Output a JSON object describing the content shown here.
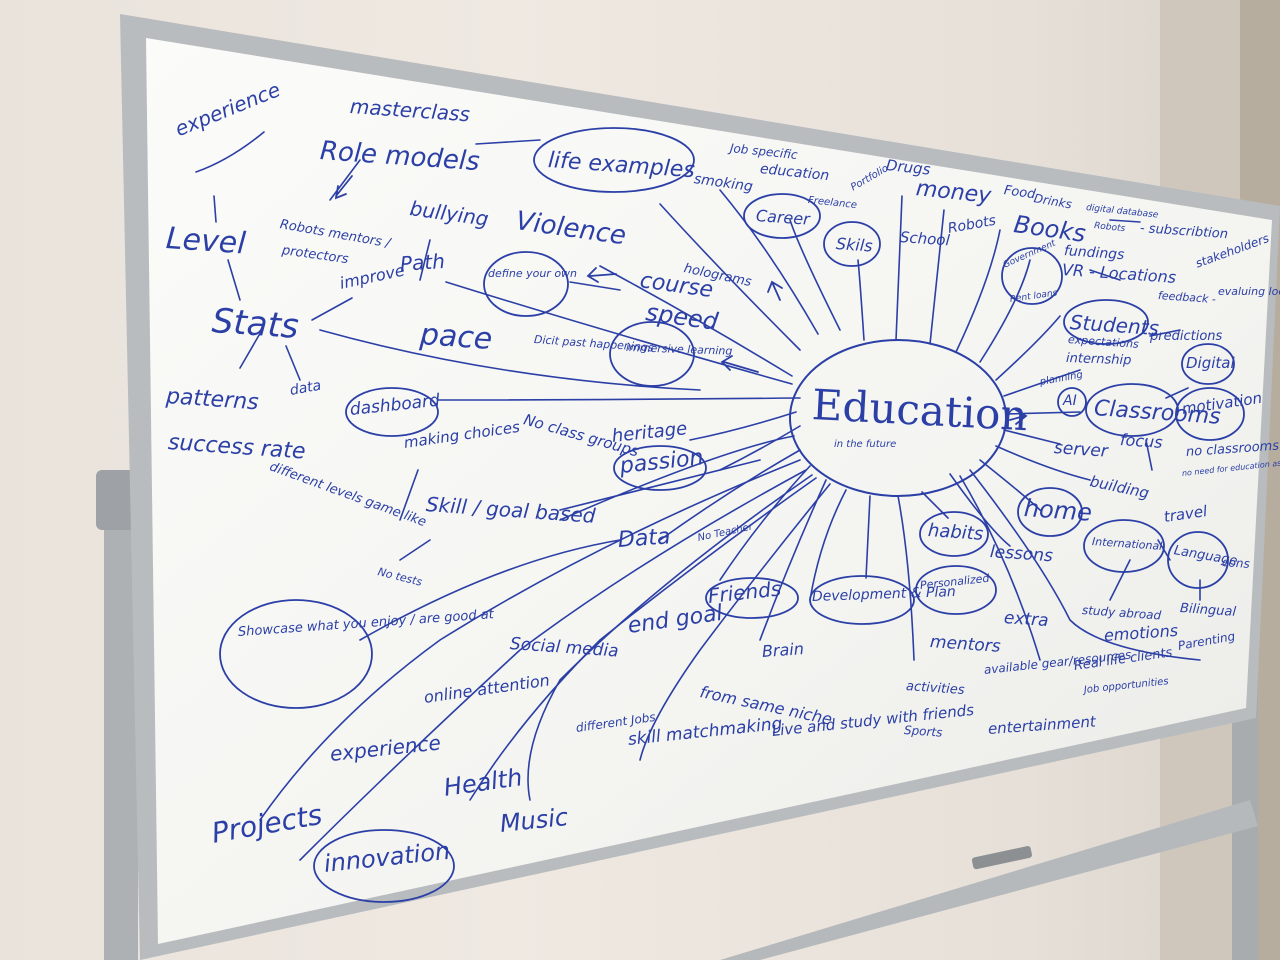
{
  "colors": {
    "ink": "#2b3fa6",
    "board": "#f7f7f4",
    "frame": "#b9bcbf",
    "wall": "#ebe5de"
  },
  "board": {
    "center": {
      "title": "Education",
      "subtitle": "in the future"
    },
    "words": [
      {
        "id": "experience-top",
        "text": "experience"
      },
      {
        "id": "masterclass",
        "text": "masterclass"
      },
      {
        "id": "role-models",
        "text": "Role models"
      },
      {
        "id": "life-examples",
        "text": "life examples"
      },
      {
        "id": "job-specific",
        "text": "Job specific"
      },
      {
        "id": "education-small",
        "text": "education"
      },
      {
        "id": "smoking",
        "text": "smoking"
      },
      {
        "id": "drugs",
        "text": "Drugs"
      },
      {
        "id": "money",
        "text": "money"
      },
      {
        "id": "food",
        "text": "Food"
      },
      {
        "id": "drinks",
        "text": "Drinks"
      },
      {
        "id": "books",
        "text": "Books"
      },
      {
        "id": "digital-database",
        "text": "digital database"
      },
      {
        "id": "robots-small",
        "text": "Robots"
      },
      {
        "id": "subscribtion",
        "text": "- subscribtion"
      },
      {
        "id": "stakeholders",
        "text": "stakeholders"
      },
      {
        "id": "career",
        "text": "Career"
      },
      {
        "id": "freelance",
        "text": "Freelance"
      },
      {
        "id": "portfolio",
        "text": "Portfolio"
      },
      {
        "id": "skils",
        "text": "Skils"
      },
      {
        "id": "school",
        "text": "School"
      },
      {
        "id": "robots",
        "text": "Robots"
      },
      {
        "id": "government",
        "text": "Government"
      },
      {
        "id": "rent-loans",
        "text": "Rent loans"
      },
      {
        "id": "fundings",
        "text": "fundings"
      },
      {
        "id": "vr-locations",
        "text": "VR - Locations"
      },
      {
        "id": "feedback",
        "text": "feedback -"
      },
      {
        "id": "evaluing-loop",
        "text": "evaluing loop"
      },
      {
        "id": "level",
        "text": "Level"
      },
      {
        "id": "bullying",
        "text": "bullying"
      },
      {
        "id": "violence",
        "text": "Violence"
      },
      {
        "id": "robots-mentors",
        "text": "Robots mentors /"
      },
      {
        "id": "protectors",
        "text": "protectors"
      },
      {
        "id": "holograms",
        "text": "holograms"
      },
      {
        "id": "improve",
        "text": "improve"
      },
      {
        "id": "path",
        "text": "Path"
      },
      {
        "id": "define-your-own",
        "text": "define your own"
      },
      {
        "id": "course",
        "text": "course"
      },
      {
        "id": "stats",
        "text": "Stats"
      },
      {
        "id": "speed",
        "text": "speed"
      },
      {
        "id": "pace",
        "text": "pace"
      },
      {
        "id": "dicit-past",
        "text": "Dicit past happenings"
      },
      {
        "id": "immersive-learning",
        "text": "immersive learning"
      },
      {
        "id": "students",
        "text": "Students"
      },
      {
        "id": "expectations-small",
        "text": "expectations"
      },
      {
        "id": "predictions",
        "text": "predictions"
      },
      {
        "id": "internship",
        "text": "internship"
      },
      {
        "id": "digital",
        "text": "Digital"
      },
      {
        "id": "planning",
        "text": "planning"
      },
      {
        "id": "ai",
        "text": "AI"
      },
      {
        "id": "classrooms",
        "text": "Classrooms"
      },
      {
        "id": "motivation",
        "text": "motivation"
      },
      {
        "id": "patterns",
        "text": "patterns"
      },
      {
        "id": "data-small",
        "text": "data"
      },
      {
        "id": "dashboard",
        "text": "dashboard"
      },
      {
        "id": "no-class-groups",
        "text": "No class groups"
      },
      {
        "id": "heritage",
        "text": "heritage"
      },
      {
        "id": "success-rate",
        "text": "success rate"
      },
      {
        "id": "making-choices",
        "text": "making choices"
      },
      {
        "id": "passion",
        "text": "passion"
      },
      {
        "id": "server",
        "text": "server"
      },
      {
        "id": "focus",
        "text": "focus"
      },
      {
        "id": "no-classrooms",
        "text": "no classrooms?"
      },
      {
        "id": "no-need-education",
        "text": "no need for education as AI takes over jobs"
      },
      {
        "id": "building",
        "text": "building"
      },
      {
        "id": "different-levels",
        "text": "different levels game like"
      },
      {
        "id": "skill-goal-based",
        "text": "Skill / goal based"
      },
      {
        "id": "home",
        "text": "home"
      },
      {
        "id": "habits",
        "text": "habits"
      },
      {
        "id": "lessons",
        "text": "lessons"
      },
      {
        "id": "international",
        "text": "International"
      },
      {
        "id": "travel",
        "text": "travel"
      },
      {
        "id": "language",
        "text": "Language"
      },
      {
        "id": "cons",
        "text": "cons"
      },
      {
        "id": "data-big",
        "text": "Data"
      },
      {
        "id": "no-teacher",
        "text": "No Teacher"
      },
      {
        "id": "no-tests",
        "text": "No tests"
      },
      {
        "id": "friends",
        "text": "Friends"
      },
      {
        "id": "development-plan",
        "text": "Development & Plan"
      },
      {
        "id": "personalized",
        "text": "Personalized"
      },
      {
        "id": "study-abroad",
        "text": "study abroad"
      },
      {
        "id": "bilingual",
        "text": "Bilingual"
      },
      {
        "id": "showcase",
        "text": "Showcase what you enjoy / are good at"
      },
      {
        "id": "social-media",
        "text": "Social media"
      },
      {
        "id": "end-goal",
        "text": "end goal"
      },
      {
        "id": "brain",
        "text": "Brain"
      },
      {
        "id": "mentors",
        "text": "mentors"
      },
      {
        "id": "extra",
        "text": "extra"
      },
      {
        "id": "emotions",
        "text": "emotions"
      },
      {
        "id": "parenting",
        "text": "Parenting"
      },
      {
        "id": "online-attention",
        "text": "online attention"
      },
      {
        "id": "from-same-niche",
        "text": "from same niche"
      },
      {
        "id": "available-gear",
        "text": "available gear/resources"
      },
      {
        "id": "activities",
        "text": "activities"
      },
      {
        "id": "real-life-clients",
        "text": "Real life clients"
      },
      {
        "id": "job-opportunities",
        "text": "Job opportunities"
      },
      {
        "id": "different-jobs",
        "text": "different Jobs"
      },
      {
        "id": "skill-matchmaking",
        "text": "skill matchmaking"
      },
      {
        "id": "live-and-study",
        "text": "Live and study with friends"
      },
      {
        "id": "sports",
        "text": "Sports"
      },
      {
        "id": "entertainment",
        "text": "entertainment"
      },
      {
        "id": "experience-bottom",
        "text": "experience"
      },
      {
        "id": "health",
        "text": "Health"
      },
      {
        "id": "music",
        "text": "Music"
      },
      {
        "id": "projects",
        "text": "Projects"
      },
      {
        "id": "innovation",
        "text": "innovation"
      }
    ]
  }
}
